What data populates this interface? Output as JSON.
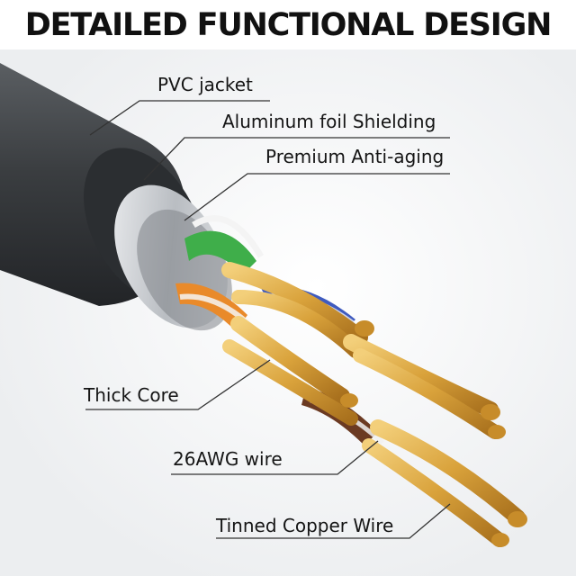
{
  "headline": "DETAILED FUNCTIONAL DESIGN",
  "callouts": {
    "pvc_jacket": "PVC jacket",
    "aluminum_foil": "Aluminum foil Shielding",
    "anti_aging": "Premium Anti-aging",
    "thick_core": "Thick Core",
    "awg_wire": "26AWG wire",
    "tinned_copper": "Tinned Copper Wire"
  },
  "colors": {
    "jacket": "#3a3d40",
    "foil": "#c9ccd0",
    "copper": "#d9a23b",
    "green_pair": "#3fae4a",
    "blue_pair": "#3f5bbf",
    "orange_pair": "#e98a2a",
    "brown_pair": "#6b3a22",
    "text": "#151515"
  }
}
